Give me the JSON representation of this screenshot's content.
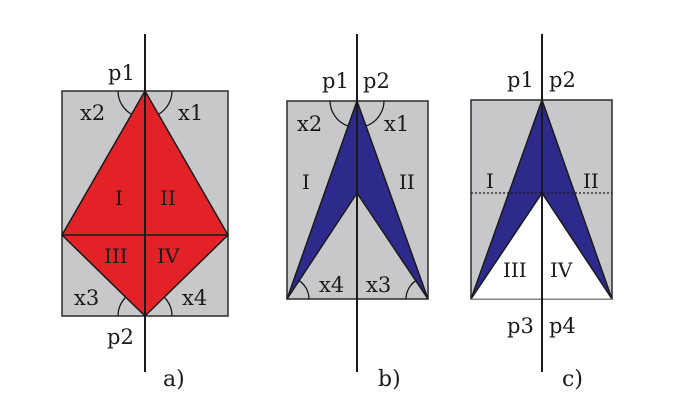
{
  "colors": {
    "background": "#ffffff",
    "panel_fill": "#c8c8ca",
    "panel_stroke": "#2a2a2a",
    "kite_fill": "#e32227",
    "arrow_fill": "#2e2a8c",
    "white_region": "#ffffff",
    "line": "#1a1a1a"
  },
  "panels": [
    {
      "caption": "a)",
      "labels": {
        "p1": "p1",
        "p2": "p2",
        "x1": "x1",
        "x2": "x2",
        "x3": "x3",
        "x4": "x4",
        "I": "I",
        "II": "II",
        "III": "III",
        "IV": "IV"
      }
    },
    {
      "caption": "b)",
      "labels": {
        "p1": "p1",
        "p2": "p2",
        "x1": "x1",
        "x2": "x2",
        "x3": "x3",
        "x4": "x4",
        "I": "I",
        "II": "II"
      }
    },
    {
      "caption": "c)",
      "labels": {
        "p1": "p1",
        "p2": "p2",
        "p3": "p3",
        "p4": "p4",
        "I": "I",
        "II": "II",
        "III": "III",
        "IV": "IV"
      }
    }
  ]
}
